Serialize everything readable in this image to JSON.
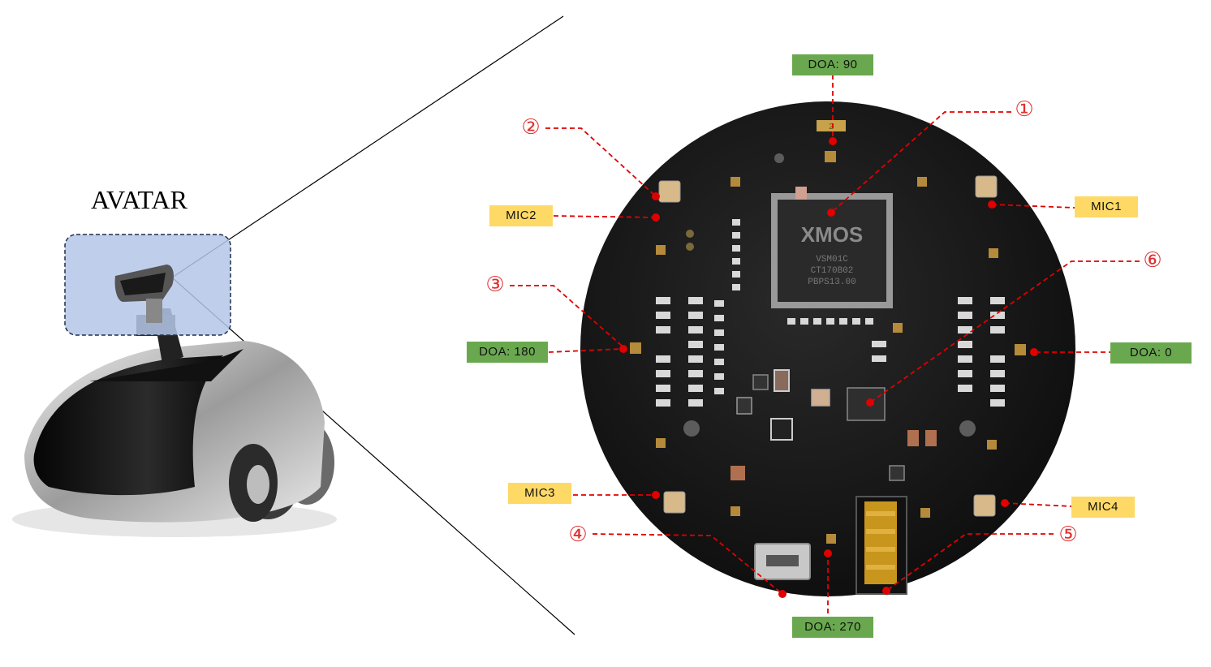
{
  "robot": {
    "title": "AVATAR"
  },
  "board": {
    "chip_brand": "XMOS",
    "chip_line1": "VSM01C",
    "chip_line2": "CT170B02",
    "chip_line3": "PBPS13.00",
    "silk_label": "2"
  },
  "doa_labels": [
    {
      "id": "doa-90",
      "text": "DOA: 90"
    },
    {
      "id": "doa-180",
      "text": "DOA: 180"
    },
    {
      "id": "doa-0",
      "text": "DOA: 0"
    },
    {
      "id": "doa-270",
      "text": "DOA: 270"
    }
  ],
  "mic_labels": [
    {
      "id": "mic1",
      "text": "MIC1"
    },
    {
      "id": "mic2",
      "text": "MIC2"
    },
    {
      "id": "mic3",
      "text": "MIC3"
    },
    {
      "id": "mic4",
      "text": "MIC4"
    }
  ],
  "callouts": [
    "①",
    "②",
    "③",
    "④",
    "⑤",
    "⑥"
  ],
  "colors": {
    "doa_tag": "#6aa84f",
    "mic_tag": "#ffd966",
    "leader": "#e00000",
    "board": "#1a1a1a",
    "highlight_box": "#b4c7e7"
  }
}
